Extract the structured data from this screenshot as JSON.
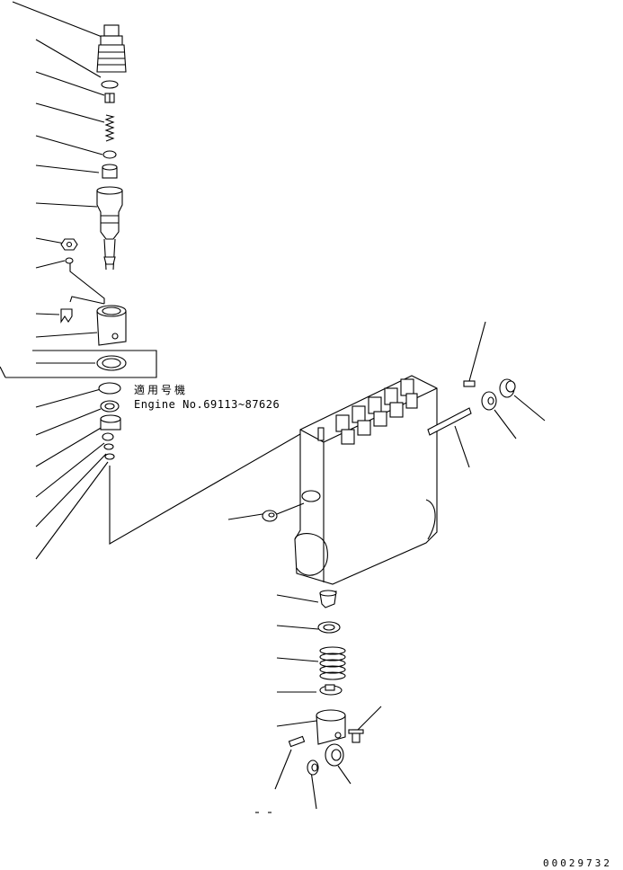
{
  "annotation": {
    "applicability": "適用号機",
    "engine_serial": "Engine No.69113~87626"
  },
  "drawing_number": "00029732",
  "parts_assembly": "injection pump exploded view"
}
